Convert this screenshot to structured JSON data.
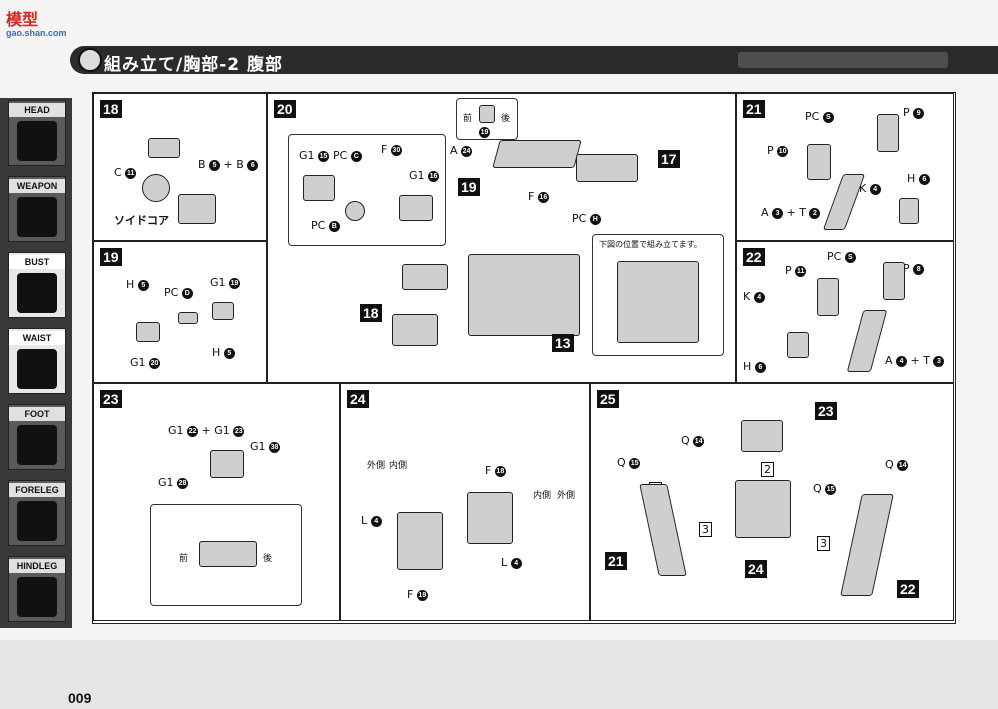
{
  "watermark": {
    "text": "模型",
    "sub": "gao.shan.com"
  },
  "header": {
    "title": "組み立て/胸部-2 腹部"
  },
  "sidebar": {
    "items": [
      {
        "label": "HEAD",
        "active": false
      },
      {
        "label": "WEAPON",
        "active": false
      },
      {
        "label": "BUST",
        "active": true
      },
      {
        "label": "WAIST",
        "active": true
      },
      {
        "label": "FOOT",
        "active": false
      },
      {
        "label": "FORELEG",
        "active": false
      },
      {
        "label": "HINDLEG",
        "active": false
      }
    ]
  },
  "steps": {
    "s18": {
      "num": "18",
      "c": "C",
      "c_n": "11",
      "b": "B",
      "b1": "5",
      "plus": "+",
      "b2": "6",
      "core": "ソイドコア"
    },
    "s19": {
      "num": "19",
      "h": "H",
      "h_n": "5",
      "pc": "PC",
      "pc_n": "D",
      "g1": "G1",
      "g1_n": "19",
      "g1b_n": "20",
      "h2_n": "5"
    },
    "s20": {
      "num": "20",
      "g1": "G1",
      "g1a": "15",
      "pc": "PC",
      "pc_c": "C",
      "f": "F",
      "f_n": "30",
      "g1b": "16",
      "pc_b": "B",
      "a": "A",
      "a_n": "24",
      "f2_n": "16",
      "pc_h": "H",
      "ref19": "19",
      "ref17": "17",
      "ref18": "18",
      "ref13": "13",
      "front": "前",
      "back": "後",
      "note": "下図の位置で組み立てます。"
    },
    "s21": {
      "num": "21",
      "pc": "PC",
      "pc_n": "S",
      "p": "P",
      "p1": "9",
      "p2": "10",
      "k": "K",
      "k_n": "4",
      "h": "H",
      "h_n": "6",
      "a": "A",
      "a_n": "3",
      "t": "T",
      "t_n": "2"
    },
    "s22": {
      "num": "22",
      "pc": "PC",
      "pc_n": "S",
      "p": "P",
      "p1": "11",
      "p2": "8",
      "k": "K",
      "k_n": "4",
      "h": "H",
      "h_n": "6",
      "a": "A",
      "a_n": "4",
      "t": "T",
      "t_n": "3"
    },
    "s23": {
      "num": "23",
      "g1": "G1",
      "g1a": "22",
      "g1b": "23",
      "g1c": "38",
      "g1d": "28",
      "front": "前",
      "back": "後"
    },
    "s24": {
      "num": "24",
      "l": "L",
      "l_n": "4",
      "f": "F",
      "f_n": "18",
      "f2_n": "19",
      "outer": "外側",
      "inner": "内側"
    },
    "s25": {
      "num": "25",
      "q": "Q",
      "q_n": "14",
      "q2_n": "15",
      "n1": "1",
      "n2": "2",
      "n3": "3",
      "ref21": "21",
      "ref22": "22",
      "ref23": "23",
      "ref24": "24"
    }
  },
  "footer": {
    "page": "009"
  }
}
